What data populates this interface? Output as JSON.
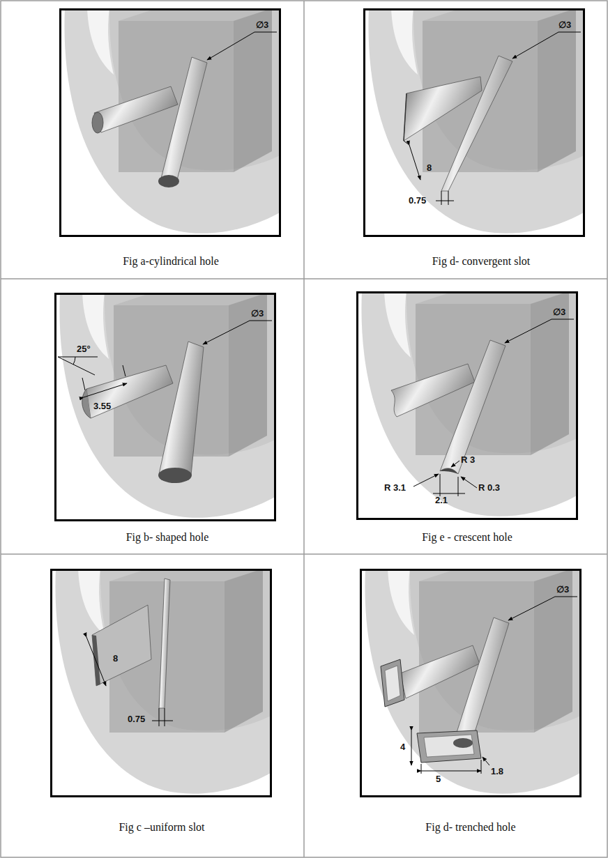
{
  "diagram": {
    "labels": [
      "∅3",
      "Fig a-cylindrical hole",
      "∅3",
      "8",
      "0.75",
      "Fig d- convergent slot",
      "25°",
      "3.55",
      "∅3",
      "Fig b- shaped hole",
      "∅3",
      "R 3.1",
      "R 3",
      "R 0.3",
      "2.1",
      "Fig e - crescent hole",
      "8",
      "0.75",
      "Fig c –uniform slot",
      "∅3",
      "4",
      "5",
      "1.8",
      "Fig d- trenched hole"
    ]
  }
}
